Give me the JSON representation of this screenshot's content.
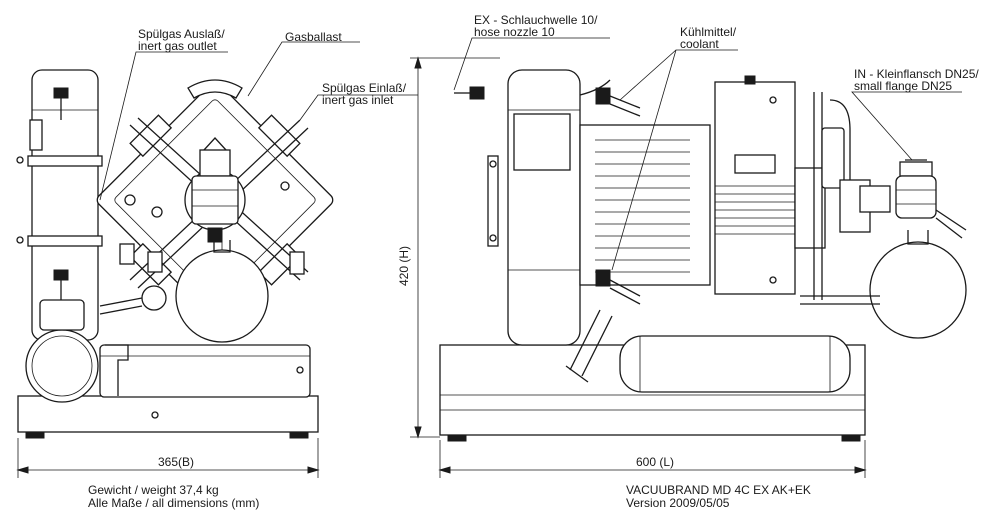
{
  "labels": {
    "inert_outlet_de": "Spülgas Auslaß/",
    "inert_outlet_en": "inert gas outlet",
    "gas_ballast": "Gasballast",
    "inert_inlet_de": "Spülgas Einlaß/",
    "inert_inlet_en": "inert gas inlet",
    "ex_de": "EX - Schlauchwelle 10/",
    "ex_en": "hose nozzle 10",
    "coolant_de": "Kühlmittel/",
    "coolant_en": "coolant",
    "in_de": "IN - Kleinflansch DN25/",
    "in_en": "small flange DN25"
  },
  "dimensions": {
    "width": "365(B)",
    "height": "420 (H)",
    "length": "600 (L)"
  },
  "footer": {
    "weight": "Gewicht / weight 37,4 kg",
    "units": "Alle Maße / all dimensions (mm)",
    "model": "VACUUBRAND MD 4C EX AK+EK",
    "version": "Version 2009/05/05"
  }
}
